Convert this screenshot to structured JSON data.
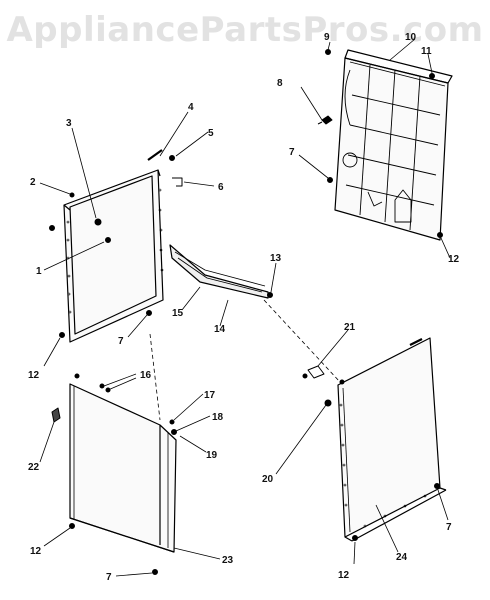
{
  "watermark": "AppliancePartsPros.com",
  "callouts": {
    "c1": "1",
    "c2": "2",
    "c3": "3",
    "c4": "4",
    "c5": "5",
    "c6": "6",
    "c7a": "7",
    "c7b": "7",
    "c7c": "7",
    "c7d": "7",
    "c8": "8",
    "c9": "9",
    "c10": "10",
    "c11": "11",
    "c12a": "12",
    "c12b": "12",
    "c12c": "12",
    "c12d": "12",
    "c13": "13",
    "c14": "14",
    "c15": "15",
    "c16": "16",
    "c17": "17",
    "c18": "18",
    "c19": "19",
    "c20": "20",
    "c21": "21",
    "c22": "22",
    "c23": "23",
    "c24": "24"
  }
}
